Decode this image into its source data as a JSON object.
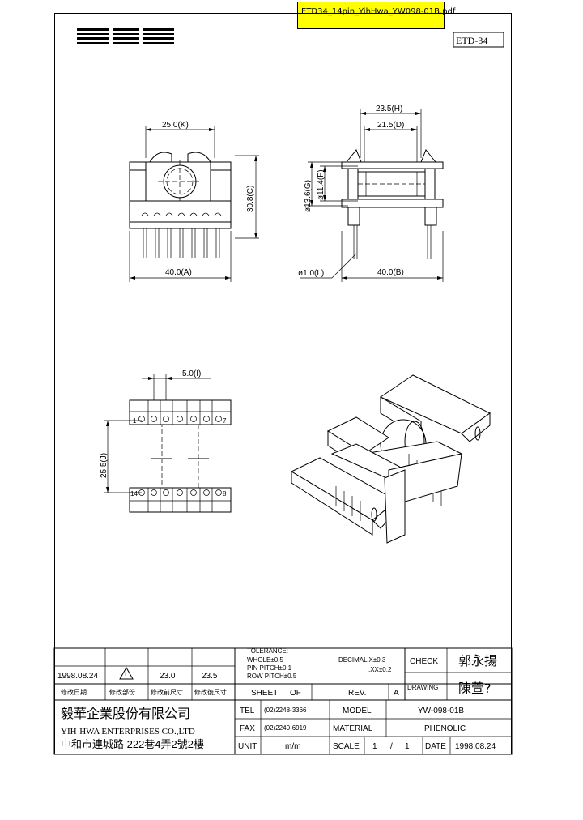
{
  "file_tag": "ETD34_14pin_YihHwa_YW098-01B.pdf",
  "part_code": "ETD-34",
  "dims": {
    "k": "25.0(K)",
    "c": "30.8(C)",
    "a": "40.0(A)",
    "h": "23.5(H)",
    "d": "21.5(D)",
    "g": "ø13.6(G)",
    "f": "ø11.4(F)",
    "l": "ø1.0(L)",
    "b": "40.0(B)",
    "i": "5.0(I)",
    "j": "25.5(J)"
  },
  "pin_labels": {
    "p1": "1",
    "p7": "7",
    "p14": "14",
    "p8": "8"
  },
  "marks": {
    "logo_stripes": "logo"
  },
  "revision": {
    "date": "1998.08.24",
    "old": "23.0",
    "new": "23.5",
    "headers": [
      "修改日期",
      "修改部份",
      "修改前尺寸",
      "修改後尺寸"
    ]
  },
  "tolerance": {
    "title": "TOLERANCE:",
    "whole": "WHOLE±0.5",
    "pin": "PIN  PITCH±0.1",
    "row": "ROW  PITCH±0.5",
    "dec1": "DECIMAL X±0.3",
    "dec2": ".XX±0.2"
  },
  "signoff": {
    "check_label": "CHECK",
    "check_name": "郭永揚",
    "drawing_label": "DRAWING",
    "drawing_name": "陳萱?"
  },
  "sheet_row": {
    "sheet": "SHEET",
    "of": "OF",
    "rev": "REV.",
    "rev_val": "A"
  },
  "company": {
    "name_cn": "毅華企業股份有限公司",
    "name_en": "YIH-HWA ENTERPRISES CO.,LTD",
    "address": "中和市連城路 222巷4弄2號2樓"
  },
  "info": {
    "tel_label": "TEL",
    "tel": "(02)2248-3366",
    "fax_label": "FAX",
    "fax": "(02)2240-6919",
    "unit_label": "UNIT",
    "unit": "m/m",
    "model_label": "MODEL",
    "model": "YW-098-01B",
    "material_label": "MATERIAL",
    "material": "PHENOLIC",
    "scale_label": "SCALE",
    "scale_num": "1",
    "scale_sep": "/",
    "scale_den": "1",
    "date_label": "DATE",
    "date": "1998.08.24"
  }
}
